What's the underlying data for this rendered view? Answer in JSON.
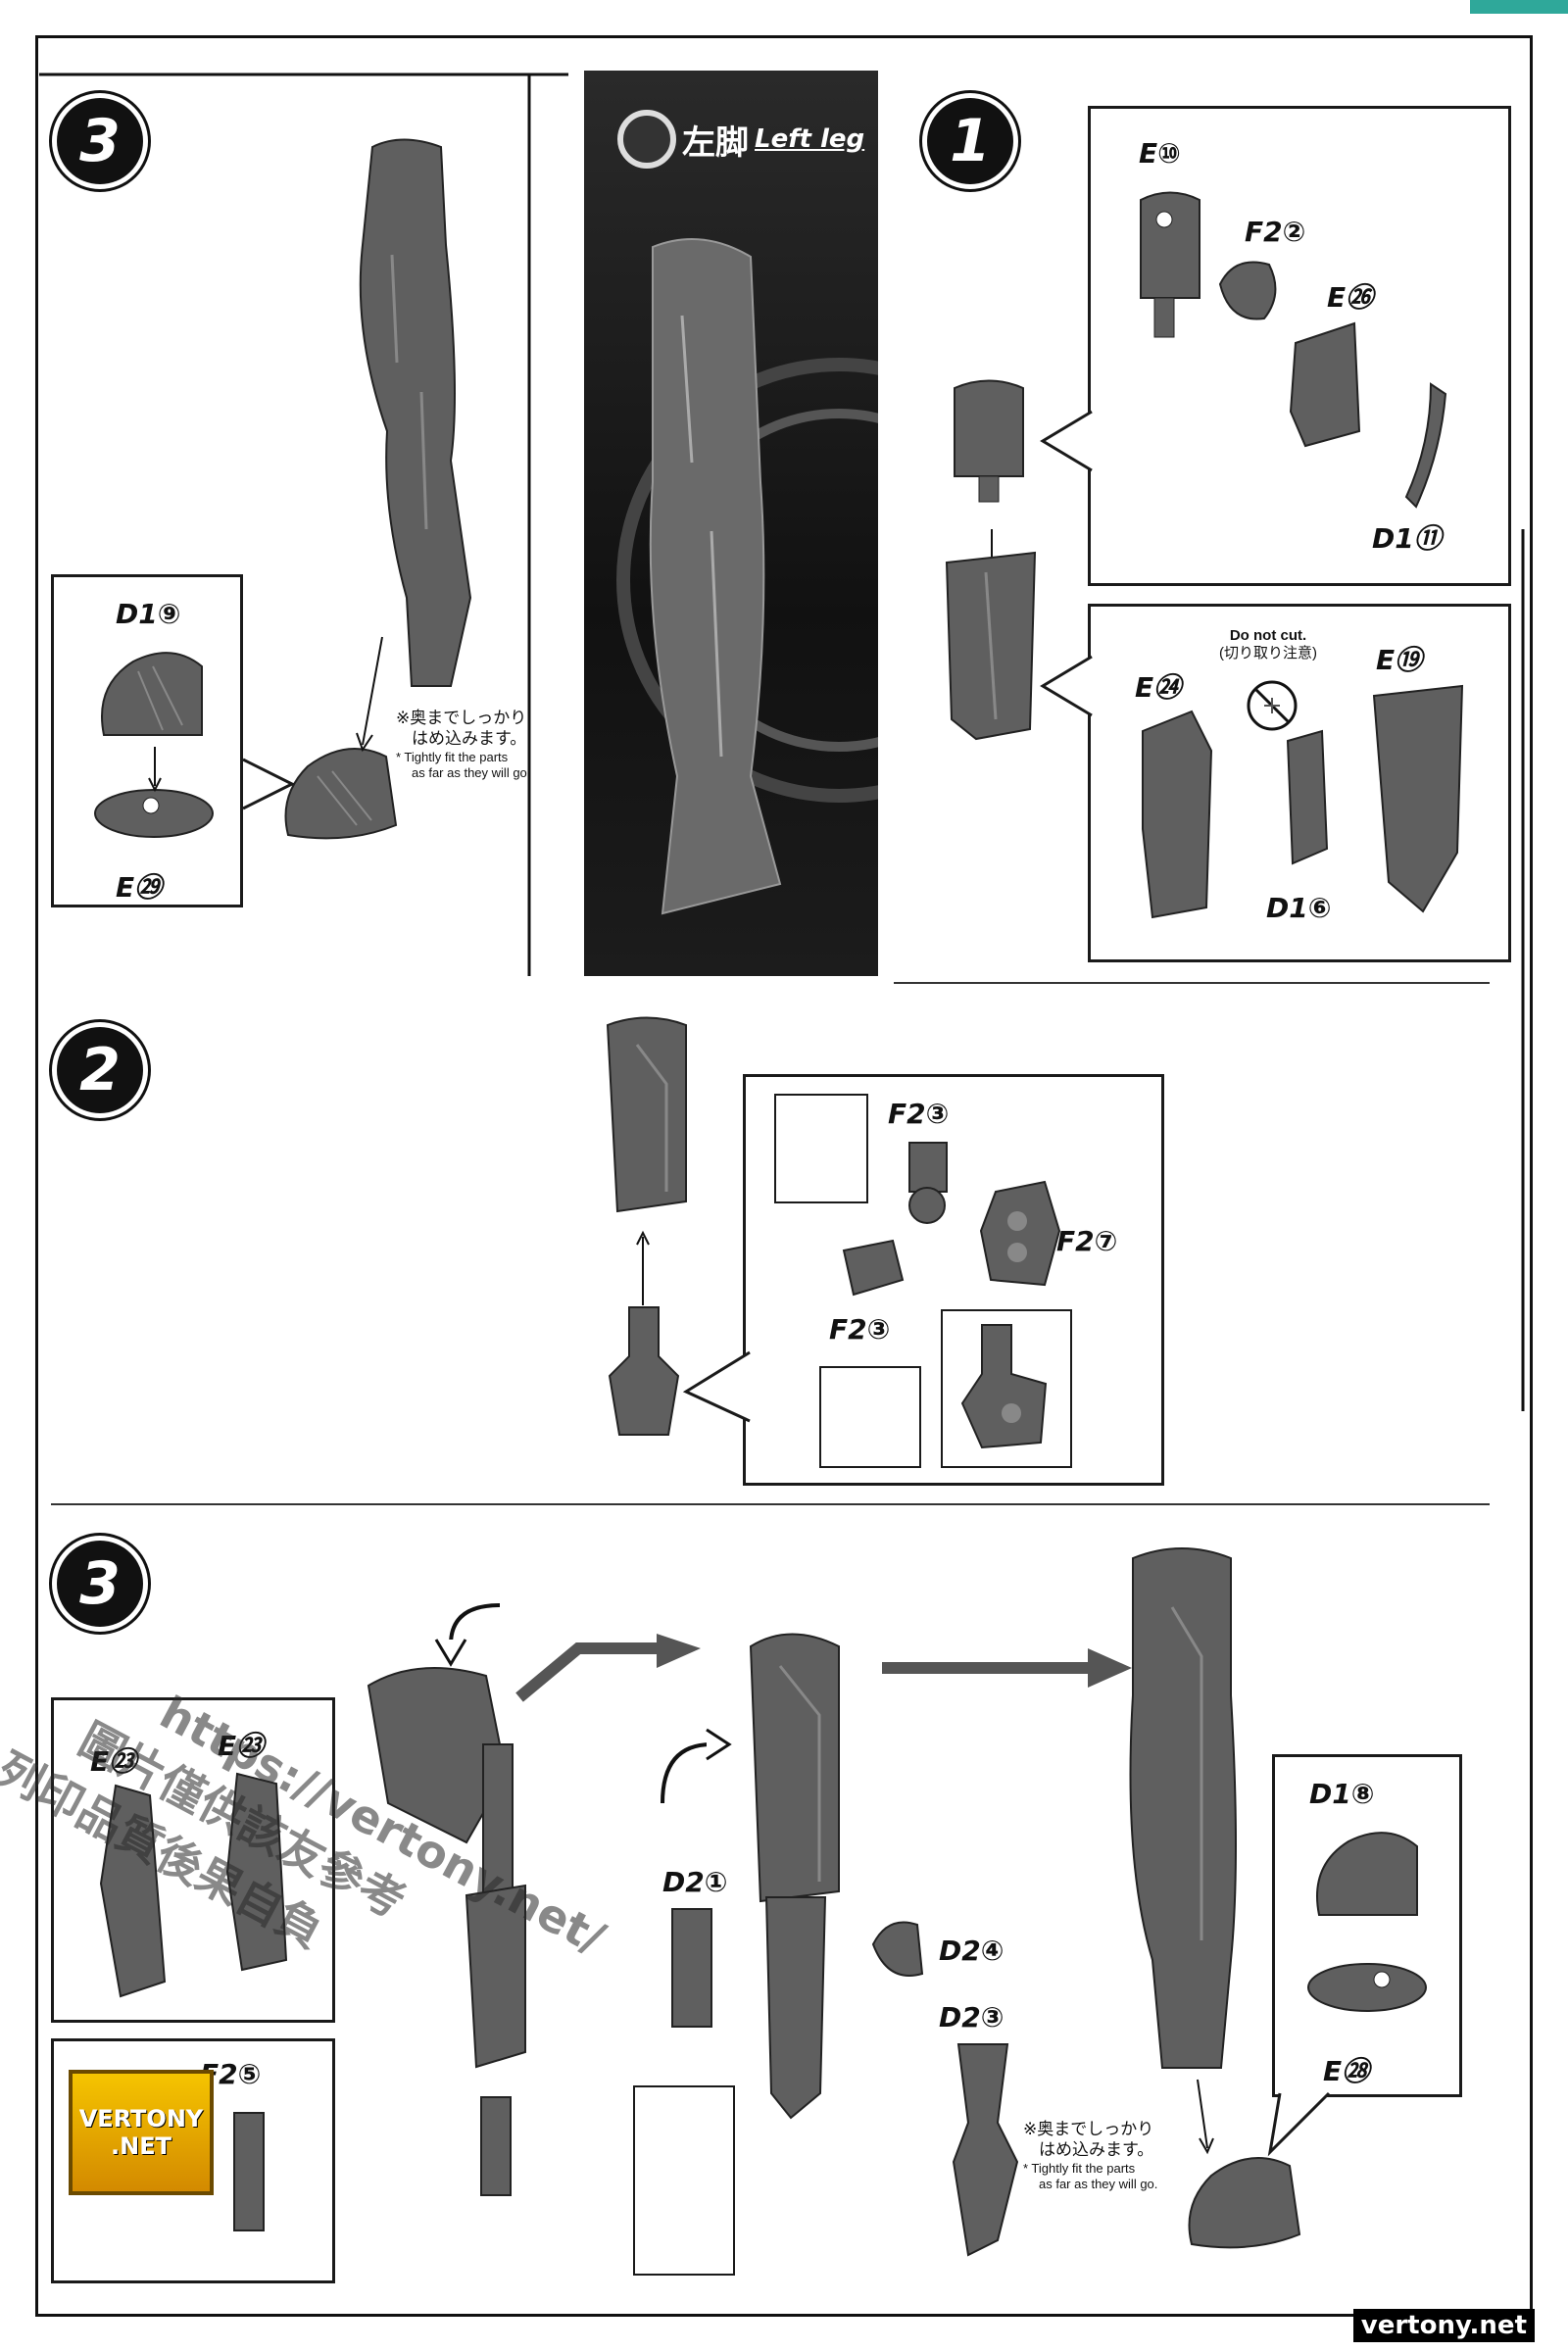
{
  "banner": {
    "kanji": "左脚",
    "english": "Left leg"
  },
  "steps": {
    "step1_label": "1",
    "step2_label": "2",
    "step3_label": "3",
    "step_final_label": "3"
  },
  "step1": {
    "upper_parts": [
      "E⑩",
      "F2②",
      "E㉖",
      "D1⑪"
    ],
    "lower_parts": [
      "E㉔",
      "E⑲",
      "D1⑥"
    ],
    "do_not_cut_en": "Do not cut.",
    "do_not_cut_jp": "(切り取り注意)"
  },
  "step2": {
    "parts": [
      "F2③",
      "F2⑦",
      "F2③"
    ]
  },
  "step3": {
    "parts": [
      "E㉓",
      "E㉓",
      "F2⑤",
      "D2①",
      "D2④",
      "D2③",
      "D1⑧",
      "E㉘"
    ],
    "note_jp_1": "※奥までしっかり",
    "note_jp_2": "はめ込みます。",
    "note_en_1": "* Tightly fit the parts",
    "note_en_2": "as far as they will go."
  },
  "top_left": {
    "parts": [
      "D1⑨",
      "E㉙"
    ],
    "note_jp_1": "※奥までしっかり",
    "note_jp_2": "はめ込みます。",
    "note_en_1": "* Tightly fit the parts",
    "note_en_2": "as far as they will go."
  },
  "watermark": {
    "line1": "https://vertony.net/",
    "line2": "圖片僅供該友參考",
    "line3": "列印品質後果自負"
  },
  "logo": {
    "line1": "VERTONY",
    "line2": ".NET"
  },
  "footer": {
    "url": "vertony.net"
  },
  "colors": {
    "part_gray": "#5f5f5f",
    "accent_teal": "#2fa89a",
    "logo_gold": "#f5c400"
  }
}
